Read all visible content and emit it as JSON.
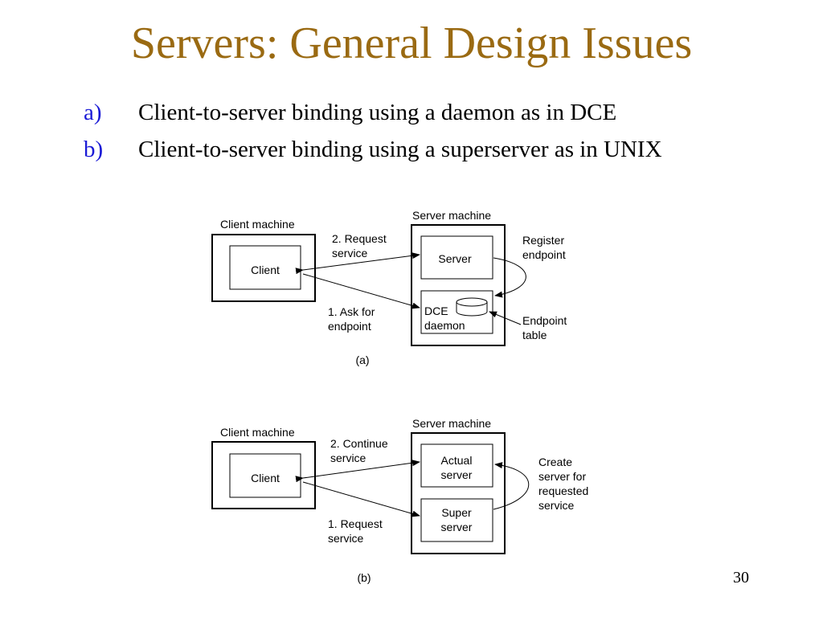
{
  "title": "Servers: General Design Issues",
  "bullets": [
    {
      "marker": "a)",
      "text": "Client-to-server binding using a daemon as in DCE"
    },
    {
      "marker": "b)",
      "text": "Client-to-server binding using a superserver as in UNIX"
    }
  ],
  "diagram_a": {
    "client_machine": "Client machine",
    "client": "Client",
    "server_machine": "Server machine",
    "server": "Server",
    "dce_line1": "DCE",
    "dce_line2": "daemon",
    "req_line1": "2. Request",
    "req_line2": "service",
    "ask_line1": "1. Ask for",
    "ask_line2": "endpoint",
    "reg_line1": "Register",
    "reg_line2": "endpoint",
    "ep_line1": "Endpoint",
    "ep_line2": "table",
    "caption": "(a)"
  },
  "diagram_b": {
    "client_machine": "Client machine",
    "client": "Client",
    "server_machine": "Server machine",
    "actual_line1": "Actual",
    "actual_line2": "server",
    "super_line1": "Super",
    "super_line2": "server",
    "cont_line1": "2. Continue",
    "cont_line2": "service",
    "req_line1": "1. Request",
    "req_line2": "service",
    "create_line1": "Create",
    "create_line2": "server for",
    "create_line3": "requested",
    "create_line4": "service",
    "caption": "(b)"
  },
  "page_number": "30",
  "colors": {
    "title": "#9a6a12",
    "marker": "#1a1ad6"
  }
}
